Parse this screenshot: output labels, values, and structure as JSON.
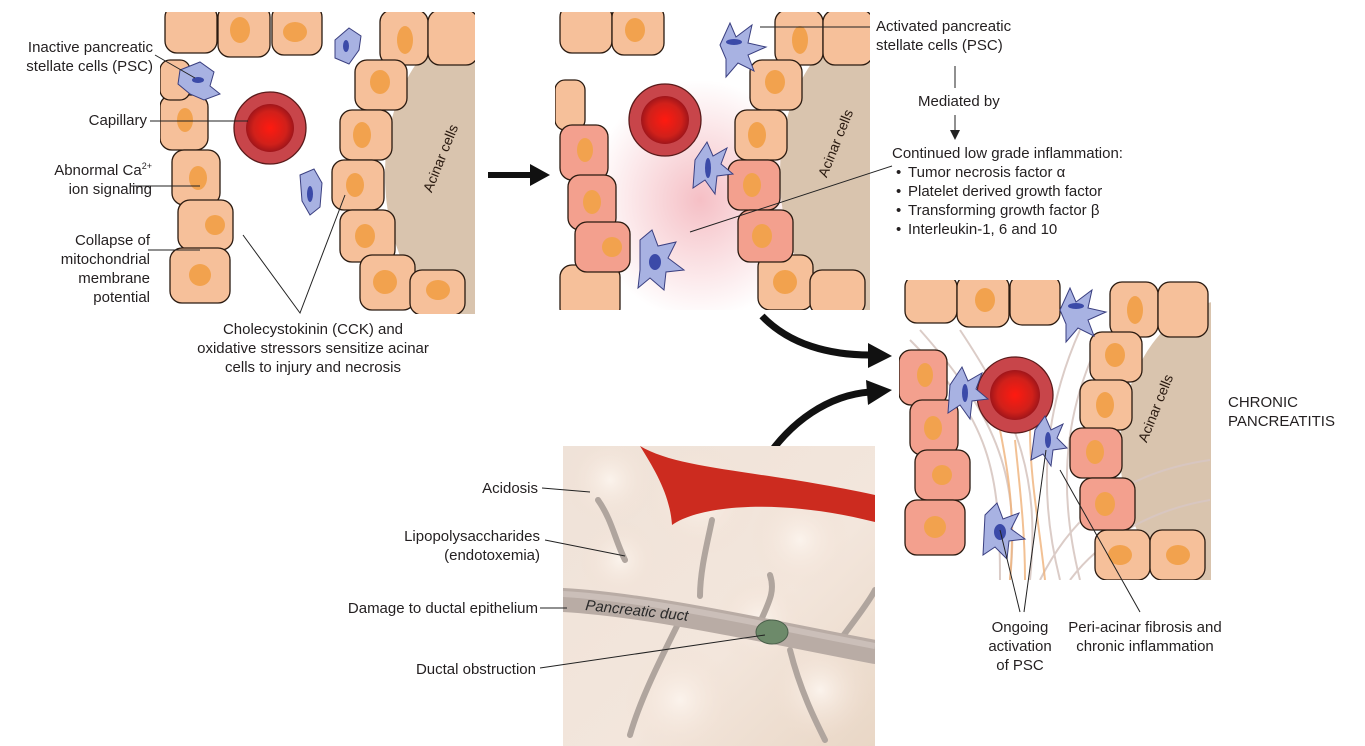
{
  "panel1": {
    "labels": {
      "inactive_psc": [
        "Inactive pancreatic",
        "stellate cells (PSC)"
      ],
      "capillary": "Capillary",
      "abnormal_ca_prefix": "Abnormal Ca",
      "abnormal_ca_sup": "2+",
      "abnormal_ca_line2": "ion signaling",
      "collapse": [
        "Collapse of",
        "mitochondrial",
        "membrane",
        "potential"
      ],
      "cck": [
        "Cholecystokinin (CCK) and",
        "oxidative stressors sensitize acinar",
        "cells to injury and necrosis"
      ],
      "acinar": "Acinar cells"
    }
  },
  "panel2": {
    "labels": {
      "activated_psc": [
        "Activated pancreatic",
        "stellate cells (PSC)"
      ],
      "mediated_by": "Mediated by",
      "inflammation_title": "Continued low grade inflammation:",
      "inflammation_items": [
        "Tumor necrosis factor α",
        "Platelet derived growth factor",
        "Transforming growth factor β",
        "Interleukin-1, 6 and 10"
      ],
      "acinar": "Acinar cells"
    }
  },
  "panel3": {
    "labels": {
      "acidosis": "Acidosis",
      "lps": [
        "Lipopolysaccharides",
        "(endotoxemia)"
      ],
      "damage": "Damage to ductal epithelium",
      "obstruction": "Ductal obstruction",
      "duct": "Pancreatic duct"
    }
  },
  "panel4": {
    "labels": {
      "title": [
        "CHRONIC",
        "PANCREATITIS"
      ],
      "ongoing": [
        "Ongoing",
        "activation",
        "of PSC"
      ],
      "fibrosis": [
        "Peri-acinar fibrosis and",
        "chronic inflammation"
      ],
      "acinar": "Acinar cells"
    }
  },
  "colors": {
    "cell_fill": "#f6c09a",
    "cell_stroke": "#2a1a10",
    "nucleus": "#f2a24e",
    "acinar_lumen": "#d8c3ad",
    "capillary_outer": "#c8454a",
    "capillary_core": "#e0221d",
    "psc": "#9fa9de",
    "psc_core": "#3b4aa8",
    "inflamed_cell": "#f3a08e",
    "inflammation_haze": "#f2b8bd",
    "duct": "#b9aca5",
    "vessel": "#cc2b1f",
    "arrow": "#111111"
  }
}
